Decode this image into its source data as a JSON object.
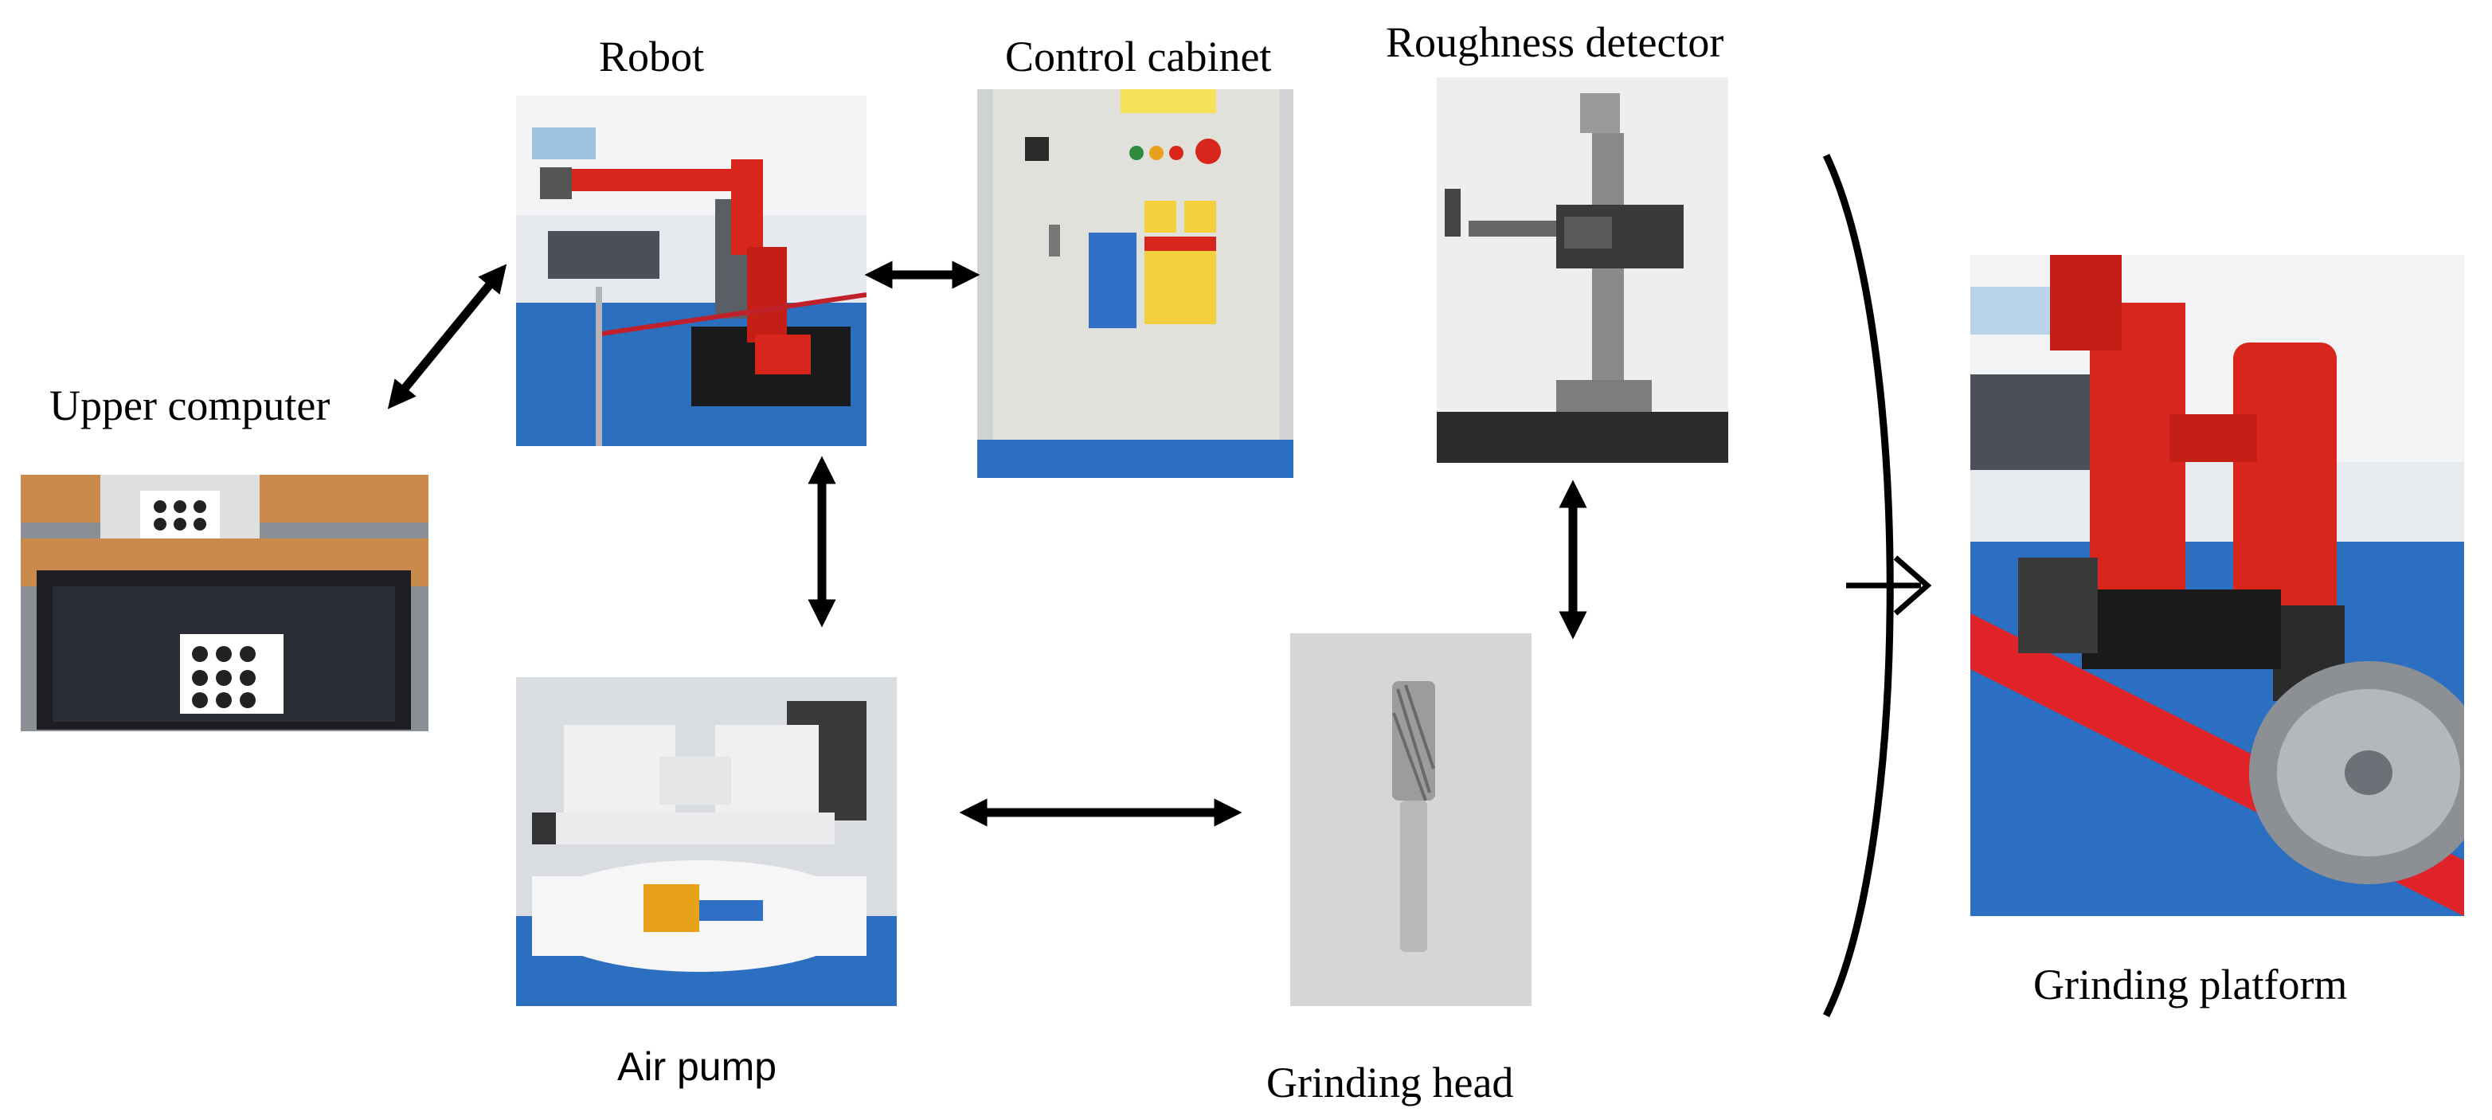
{
  "labels": {
    "robot": "Robot",
    "control_cabinet": "Control cabinet",
    "roughness_detector": "Roughness detector",
    "upper_computer": "Upper computer",
    "air_pump": "Air pump",
    "grinding_head": "Grinding head",
    "grinding_platform": "Grinding platform"
  },
  "colors": {
    "robot_red": "#d8261c",
    "floor_blue": "#2c6fc1",
    "cabinet_gray": "#dcdcd6",
    "arrow": "#000000"
  }
}
